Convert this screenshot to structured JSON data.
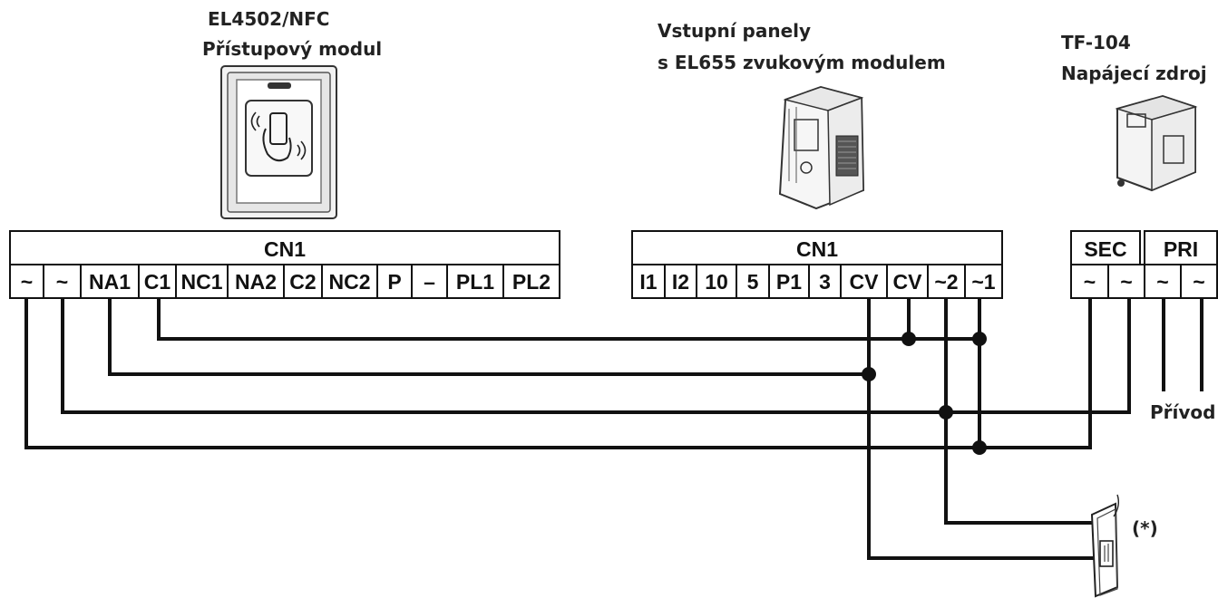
{
  "access_module": {
    "title_line1": "EL4502/NFC",
    "title_line2": "Přístupový modul",
    "block_label": "CN1",
    "terminals": [
      "~",
      "~",
      "NA1",
      "C1",
      "NC1",
      "NA2",
      "C2",
      "NC2",
      "P",
      "–",
      "PL1",
      "PL2"
    ]
  },
  "entry_panel": {
    "title_line1": "Vstupní panely",
    "title_line2": "s EL655 zvukovým modulem",
    "block_label": "CN1",
    "terminals": [
      "I1",
      "I2",
      "10",
      "5",
      "P1",
      "3",
      "CV",
      "CV",
      "~2",
      "~1"
    ]
  },
  "power_supply": {
    "title_line1": "TF-104",
    "title_line2": "Napájecí zdroj",
    "sec_label": "SEC",
    "pri_label": "PRI",
    "terminals": [
      "~",
      "~",
      "~",
      "~"
    ],
    "mains_label": "Přívod"
  },
  "door_lock": {
    "label": "(*)"
  }
}
